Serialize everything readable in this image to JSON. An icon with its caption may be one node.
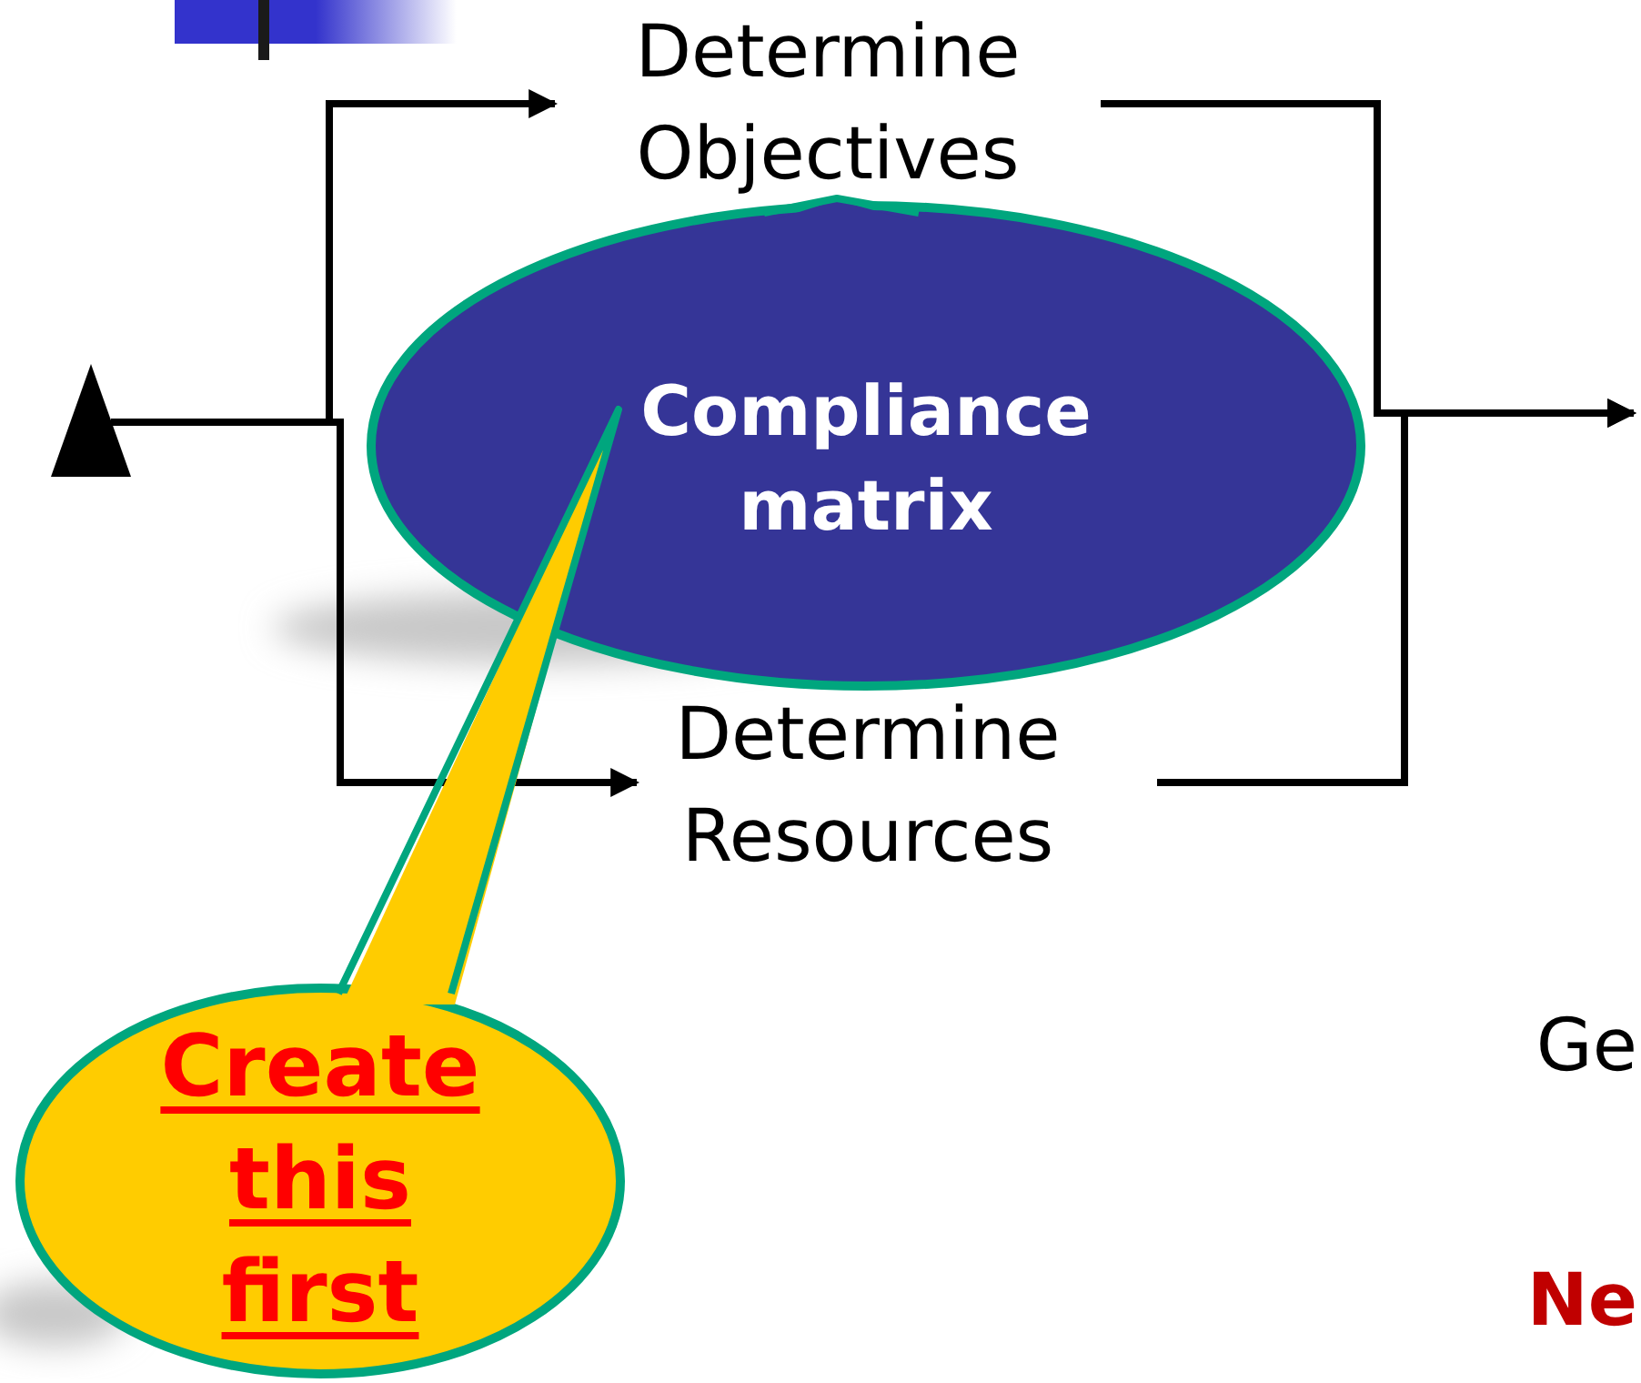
{
  "diagram": {
    "nodes": [
      {
        "text": [
          "Determine Objectives"
        ]
      },
      {
        "text": [
          "Determine Resources"
        ]
      },
      {
        "text": [
          "Compliance matrix"
        ]
      },
      {
        "text": [
          "Create this first"
        ]
      },
      {
        "text": [],
        "shape": "triangle"
      }
    ],
    "edges": [
      {
        "from": 4,
        "to": 0,
        "arrow": "to"
      },
      {
        "from": 4,
        "to": 1,
        "arrow": "to"
      },
      {
        "from": 0,
        "to": null,
        "arrow": "to"
      },
      {
        "from": 1,
        "to": null,
        "arrow": "to"
      }
    ],
    "labels": [
      "Ge",
      "Ne"
    ]
  }
}
